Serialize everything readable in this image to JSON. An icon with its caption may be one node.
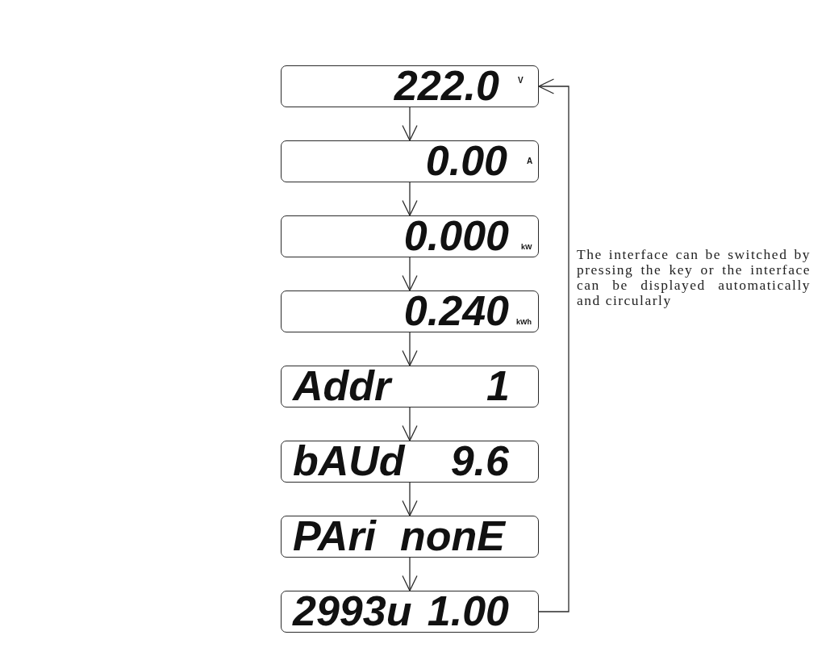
{
  "diagram": {
    "nodes": [
      {
        "text": [
          "222.0",
          "V"
        ]
      },
      {
        "text": [
          "0.00",
          "A"
        ]
      },
      {
        "text": [
          "0.000",
          "kW"
        ]
      },
      {
        "text": [
          "0.240",
          "kWh"
        ]
      },
      {
        "text": [
          "Addr",
          "1"
        ]
      },
      {
        "text": [
          "bAUd",
          "9.6"
        ]
      },
      {
        "text": [
          "PAri",
          "nonE"
        ]
      },
      {
        "text": [
          "2993u",
          "1.00"
        ]
      }
    ],
    "edges": [
      {
        "from": 0,
        "to": 1,
        "arrow": "to"
      },
      {
        "from": 1,
        "to": 2,
        "arrow": "to"
      },
      {
        "from": 2,
        "to": 3,
        "arrow": "to"
      },
      {
        "from": 3,
        "to": 4,
        "arrow": "to"
      },
      {
        "from": 4,
        "to": 5,
        "arrow": "to"
      },
      {
        "from": 5,
        "to": 6,
        "arrow": "to"
      },
      {
        "from": 6,
        "to": 7,
        "arrow": "to"
      },
      {
        "from": 7,
        "to": 0,
        "arrow": "to"
      }
    ],
    "labels": [
      "The interface can be switched by pressing the key or the interface can be displayed automatically and circularly"
    ]
  }
}
